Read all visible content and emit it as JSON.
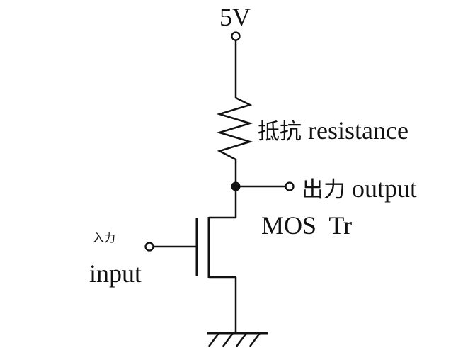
{
  "diagram": {
    "background_color": "#ffffff",
    "line_color": "#111111",
    "labels": {
      "supply_voltage": "5V",
      "resistor_jp": "抵抗",
      "resistor_en": "resistance",
      "output_jp": "出力",
      "output_en": "output",
      "transistor": "MOS  Tr",
      "input_jp": "入力",
      "input_en": "input"
    },
    "components": {
      "supply_terminal": "open-circle-terminal",
      "resistor": "zigzag-resistor-symbol",
      "output_node": "filled-junction-dot",
      "output_terminal": "open-circle-terminal",
      "transistor": "nmos-transistor-symbol",
      "input_terminal": "open-circle-terminal",
      "ground": "hatched-earth-ground-symbol"
    }
  }
}
